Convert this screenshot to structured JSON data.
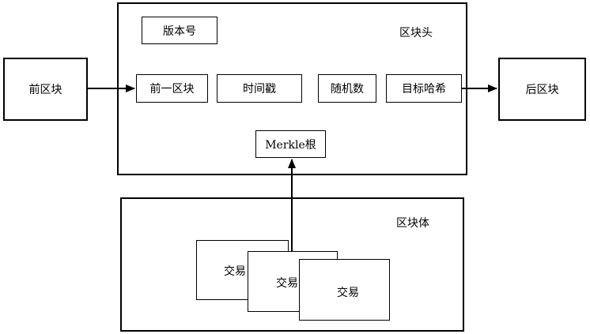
{
  "diagram": {
    "prev_block": "前区块",
    "next_block": "后区块",
    "header": {
      "title": "区块头",
      "version": "版本号",
      "prev_hash": "前一区块",
      "timestamp": "时间戳",
      "nonce": "随机数",
      "target": "目标哈希",
      "merkle_root": "Merkle根"
    },
    "body": {
      "title": "区块体",
      "transactions": [
        "交易",
        "交易",
        "交易"
      ]
    }
  },
  "colors": {
    "stroke": "#000000",
    "fill": "#ffffff"
  }
}
